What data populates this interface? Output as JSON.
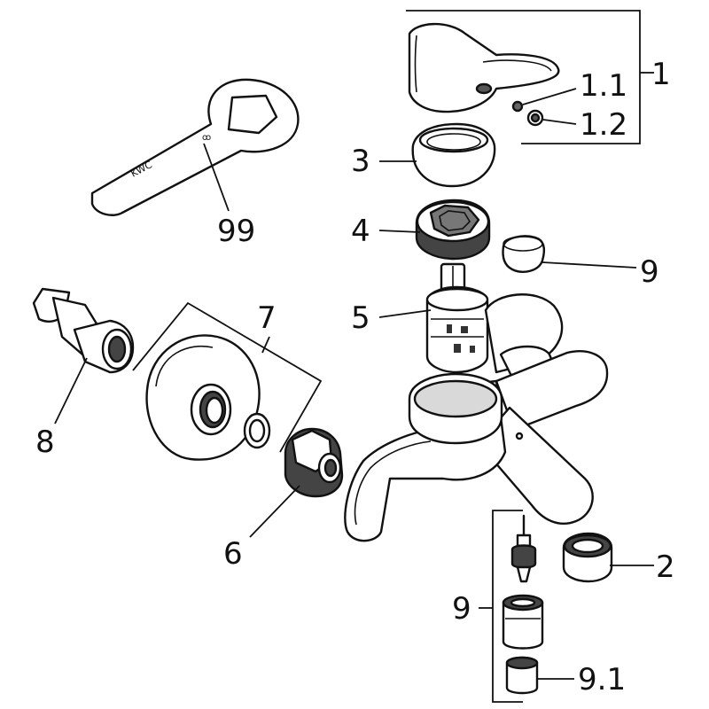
{
  "diagram": {
    "labels": {
      "p1": "1",
      "p1_1": "1.1",
      "p1_2": "1.2",
      "p2": "2",
      "p3": "3",
      "p4": "4",
      "p5": "5",
      "p6": "6",
      "p7": "7",
      "p8": "8",
      "p9_top": "9",
      "p9_bottom": "9",
      "p9_1": "9.1",
      "p99": "99"
    },
    "colors": {
      "line": "#111111",
      "fill": "#ffffff",
      "shade": "#d9d9d9",
      "dark": "#444444"
    }
  }
}
